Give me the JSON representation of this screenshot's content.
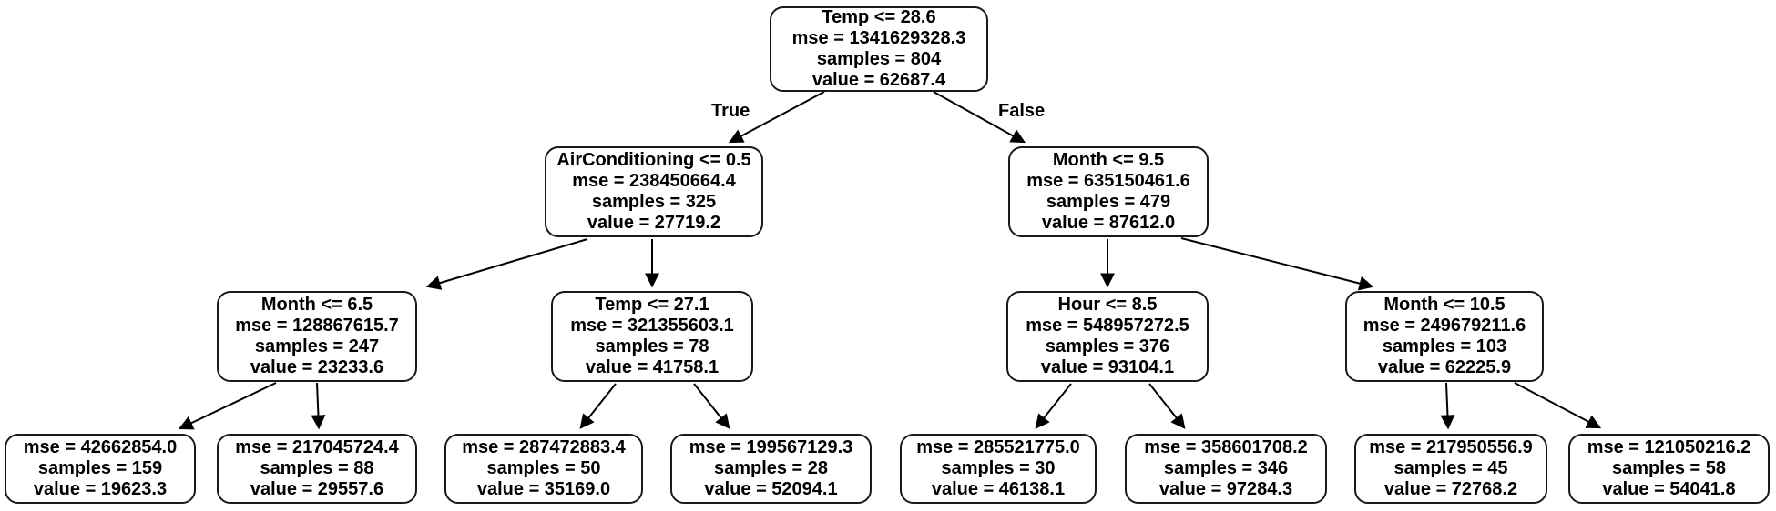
{
  "tree": {
    "true_edge_label": "True",
    "false_edge_label": "False",
    "colors": {
      "background": "#ffffff",
      "node_border": "#1a1a1a",
      "text": "#000000"
    },
    "nodes": {
      "root": {
        "lines": [
          "Temp <= 28.6",
          "mse = 1341629328.3",
          "samples = 804",
          "value = 62687.4"
        ]
      },
      "l2_left": {
        "lines": [
          "AirConditioning <= 0.5",
          "mse = 238450664.4",
          "samples = 325",
          "value = 27719.2"
        ]
      },
      "l2_right": {
        "lines": [
          "Month <= 9.5",
          "mse = 635150461.6",
          "samples = 479",
          "value = 87612.0"
        ]
      },
      "l3_1": {
        "lines": [
          "Month <= 6.5",
          "mse = 128867615.7",
          "samples = 247",
          "value = 23233.6"
        ]
      },
      "l3_2": {
        "lines": [
          "Temp <= 27.1",
          "mse = 321355603.1",
          "samples = 78",
          "value = 41758.1"
        ]
      },
      "l3_3": {
        "lines": [
          "Hour <= 8.5",
          "mse = 548957272.5",
          "samples = 376",
          "value = 93104.1"
        ]
      },
      "l3_4": {
        "lines": [
          "Month <= 10.5",
          "mse = 249679211.6",
          "samples = 103",
          "value = 62225.9"
        ]
      },
      "leaf_1": {
        "lines": [
          "mse = 42662854.0",
          "samples = 159",
          "value = 19623.3"
        ]
      },
      "leaf_2": {
        "lines": [
          "mse = 217045724.4",
          "samples = 88",
          "value = 29557.6"
        ]
      },
      "leaf_3": {
        "lines": [
          "mse = 287472883.4",
          "samples = 50",
          "value = 35169.0"
        ]
      },
      "leaf_4": {
        "lines": [
          "mse = 199567129.3",
          "samples = 28",
          "value = 52094.1"
        ]
      },
      "leaf_5": {
        "lines": [
          "mse = 285521775.0",
          "samples = 30",
          "value = 46138.1"
        ]
      },
      "leaf_6": {
        "lines": [
          "mse = 358601708.2",
          "samples = 346",
          "value = 97284.3"
        ]
      },
      "leaf_7": {
        "lines": [
          "mse = 217950556.9",
          "samples = 45",
          "value = 72768.2"
        ]
      },
      "leaf_8": {
        "lines": [
          "mse = 121050216.2",
          "samples = 58",
          "value = 54041.8"
        ]
      }
    },
    "edges": [
      {
        "from": "root",
        "to": "l2_left",
        "label": "True"
      },
      {
        "from": "root",
        "to": "l2_right",
        "label": "False"
      },
      {
        "from": "l2_left",
        "to": "l3_1"
      },
      {
        "from": "l2_left",
        "to": "l3_2"
      },
      {
        "from": "l2_right",
        "to": "l3_3"
      },
      {
        "from": "l2_right",
        "to": "l3_4"
      },
      {
        "from": "l3_1",
        "to": "leaf_1"
      },
      {
        "from": "l3_1",
        "to": "leaf_2"
      },
      {
        "from": "l3_2",
        "to": "leaf_3"
      },
      {
        "from": "l3_2",
        "to": "leaf_4"
      },
      {
        "from": "l3_3",
        "to": "leaf_5"
      },
      {
        "from": "l3_3",
        "to": "leaf_6"
      },
      {
        "from": "l3_4",
        "to": "leaf_7"
      },
      {
        "from": "l3_4",
        "to": "leaf_8"
      }
    ]
  }
}
